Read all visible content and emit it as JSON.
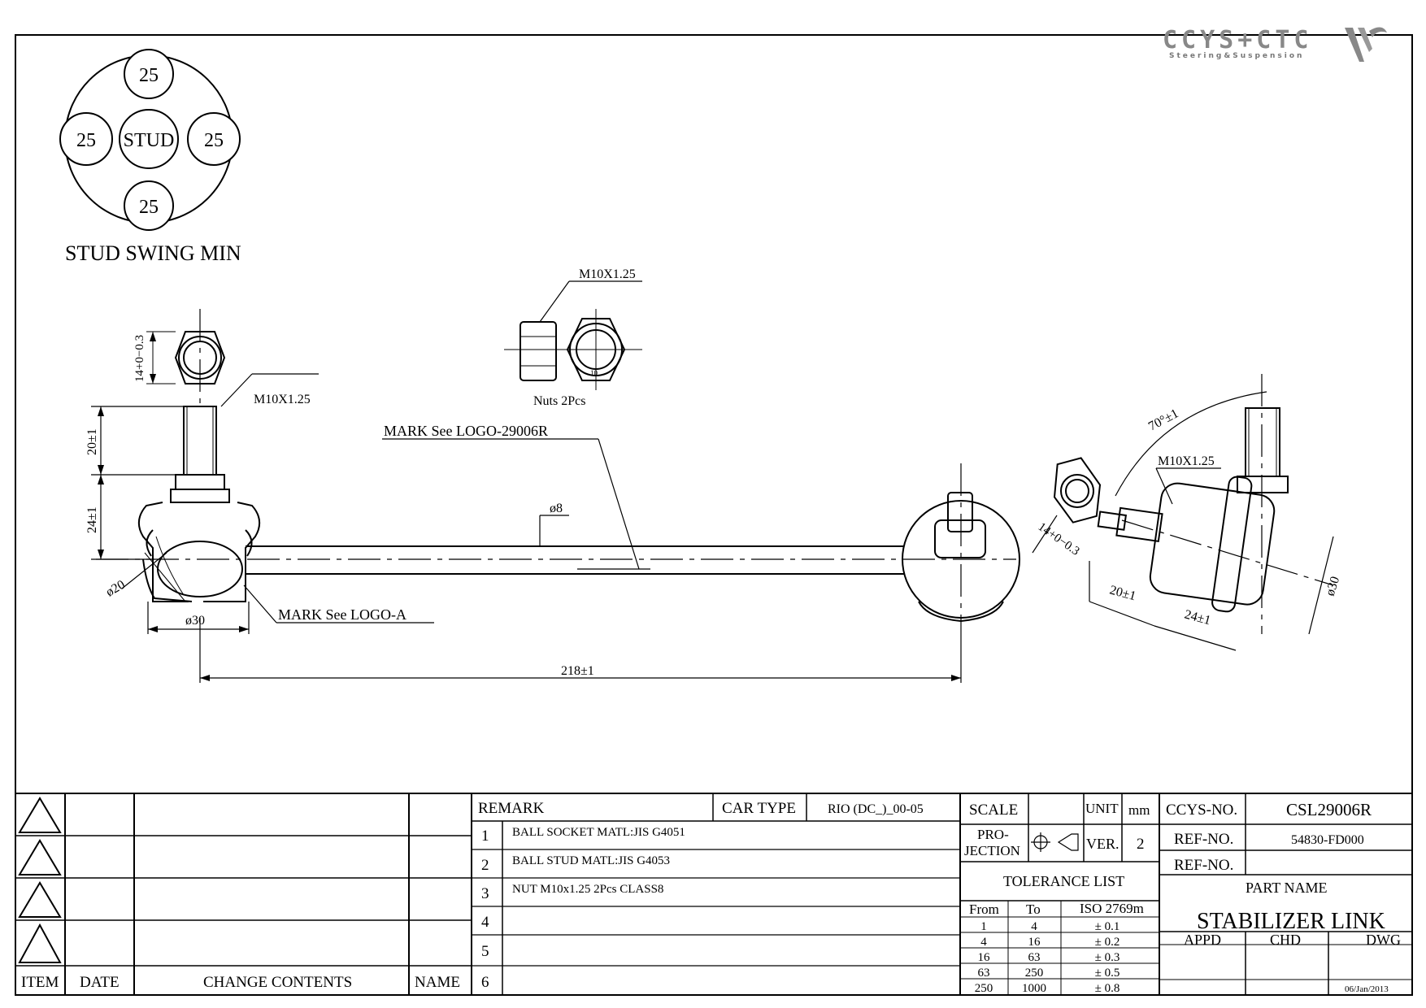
{
  "brand": {
    "logo_text": "CCYS+CTC",
    "tagline": "Steering&Suspension"
  },
  "swing": {
    "stud": "STUD",
    "angle": "25",
    "title": "STUD SWING MIN"
  },
  "nut_view": {
    "thread": "M10X1.25",
    "caption": "Nuts  2Pcs",
    "size_mark": "10"
  },
  "drawing": {
    "left_hex": "14+0−0.3",
    "left_thread": "M10X1.25",
    "left_stud_len": "20±1",
    "left_body_len": "24±1",
    "ball_dia": "ø20",
    "body_dia": "ø30",
    "mark_a": "MARK  See  LOGO-A",
    "mark_logo": "MARK  See  LOGO-29006R",
    "rod_dia": "ø8",
    "length": "218±1",
    "right_angle": "70°±1",
    "right_thread": "M10X1.25",
    "right_hex": "14+0−0.3",
    "right_stud_len": "20±1",
    "right_body_len": "24±1",
    "right_dia": "ø30"
  },
  "revision": {
    "headers": {
      "item": "ITEM",
      "date": "DATE",
      "change": "CHANGE CONTENTS",
      "name": "NAME"
    }
  },
  "remark": {
    "title": "REMARK",
    "car_type_label": "CAR TYPE",
    "car_type": "RIO (DC_)_00-05",
    "rows": [
      {
        "n": "1",
        "text": "BALL SOCKET MATL:JIS G4051"
      },
      {
        "n": "2",
        "text": "BALL STUD MATL:JIS G4053"
      },
      {
        "n": "3",
        "text": "NUT M10x1.25 2Pcs CLASS8"
      },
      {
        "n": "4",
        "text": ""
      },
      {
        "n": "5",
        "text": ""
      },
      {
        "n": "6",
        "text": ""
      }
    ]
  },
  "spec": {
    "scale_label": "SCALE",
    "unit_label": "UNIT",
    "unit": "mm",
    "projection_label_1": "PRO-",
    "projection_label_2": "JECTION",
    "ver_label": "VER.",
    "ver": "2",
    "tolerance_title": "TOLERANCE LIST",
    "tol_headers": {
      "from": "From",
      "to": "To",
      "iso": "ISO 2769m"
    },
    "tolerances": [
      {
        "from": "1",
        "to": "4",
        "tol": "± 0.1"
      },
      {
        "from": "4",
        "to": "16",
        "tol": "± 0.2"
      },
      {
        "from": "16",
        "to": "63",
        "tol": "± 0.3"
      },
      {
        "from": "63",
        "to": "250",
        "tol": "± 0.5"
      },
      {
        "from": "250",
        "to": "1000",
        "tol": "± 0.8"
      }
    ]
  },
  "part": {
    "ccys_label": "CCYS-NO.",
    "ccys_no": "CSL29006R",
    "ref_label": "REF-NO.",
    "ref_no": "54830-FD000",
    "ref_label_2": "REF-NO.",
    "ref_no_2": "",
    "part_name_label": "PART NAME",
    "part_name": "STABILIZER LINK",
    "appd": "APPD",
    "chd": "CHD",
    "dwg": "DWG",
    "date": "06/Jan/2013"
  }
}
